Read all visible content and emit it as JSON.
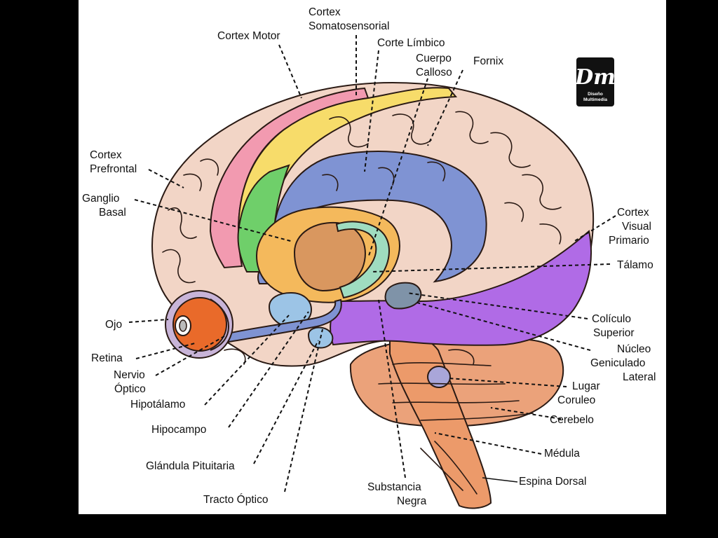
{
  "logo": {
    "mark": "Dm",
    "line1": "Diseño",
    "line2": "Multimedia"
  },
  "labels": {
    "cortex_motor": "Cortex Motor",
    "cortex_somato": [
      "Cortex",
      "Somatosensorial"
    ],
    "corte_limbico": "Corte Límbico",
    "cuerpo_calloso": [
      "Cuerpo",
      "Calloso"
    ],
    "fornix": "Fornix",
    "cortex_prefrontal": [
      "Cortex",
      "Prefrontal"
    ],
    "ganglio_basal": [
      "Ganglio",
      "Basal"
    ],
    "cortex_visual": [
      "Cortex",
      "Visual",
      "Primario"
    ],
    "talamo": "Tálamo",
    "ojo": "Ojo",
    "coliculo": [
      "Colículo",
      "Superior"
    ],
    "nucleo": [
      "Núcleo",
      "Geniculado",
      "Lateral"
    ],
    "retina": "Retina",
    "nervio_optico": [
      "Nervio",
      "Óptico"
    ],
    "hipotalamo": "Hipotálamo",
    "lugar_coruleo": [
      "Lugar",
      "Coruleo"
    ],
    "cerebelo": "Cerebelo",
    "hipocampo": "Hipocampo",
    "medula": "Médula",
    "glandula": "Glándula Pituitaria",
    "espina": "Espina Dorsal",
    "substancia": [
      "Substancia",
      "Negra"
    ],
    "tracto": "Tracto Óptico"
  },
  "colors": {
    "cortex": "#f2d5c6",
    "motor_strip": "#f29ab0",
    "somato_strip": "#f7dc6a",
    "green_area": "#6fcf6a",
    "limbic_blue": "#7f93d3",
    "basal_orange": "#f4b95c",
    "thalamus": "#d9975f",
    "fornix_mint": "#9fdcc0",
    "visual_purple": "#b06be6",
    "brainstem": "#ec9a6a",
    "cerebellum": "#eba27a",
    "eye": "#e96a2a",
    "hypothalamus_blue": "#9cc4e6"
  }
}
